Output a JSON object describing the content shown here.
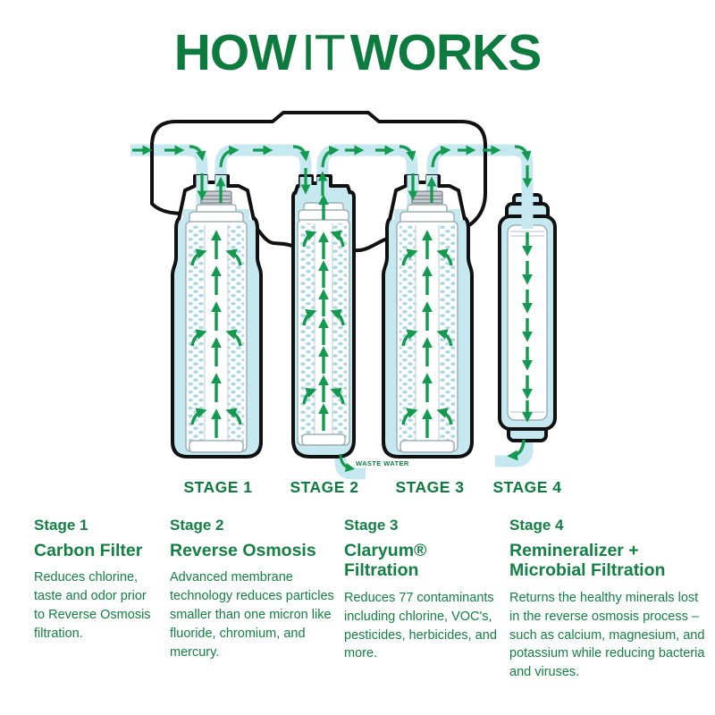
{
  "title": {
    "word1": "HOW",
    "word2": "IT",
    "word3": "WORKS"
  },
  "diagram": {
    "stage_labels": [
      "STAGE 1",
      "STAGE 2",
      "STAGE 3",
      "STAGE 4"
    ],
    "waste_water_label": "WASTE WATER"
  },
  "stages": [
    {
      "stage": "Stage 1",
      "name": "Carbon Filter",
      "description": "Reduces chlorine, taste and odor prior to Reverse Osmosis filtration."
    },
    {
      "stage": "Stage 2",
      "name": "Reverse Osmosis",
      "description": "Advanced membrane technology reduces particles smaller than one micron like fluoride, chromium, and mercury."
    },
    {
      "stage": "Stage 3",
      "name": "Claryum® Filtration",
      "description": "Reduces 77 contaminants including chlorine, VOC's, pesticides, herbicides, and more."
    },
    {
      "stage": "Stage 4",
      "name": "Remineralizer + Microbial Filtration",
      "description": "Returns the healthy minerals lost in the reverse osmosis process – such as calcium, magnesium, and potassium while reducing bacteria and viruses."
    }
  ],
  "colors": {
    "brand_green": "#0d7a3e",
    "arrow_green": "#149a4e",
    "water_blue": "#c5e8f1",
    "dot_blue": "#a9d8e5",
    "outline_black": "#111111"
  }
}
